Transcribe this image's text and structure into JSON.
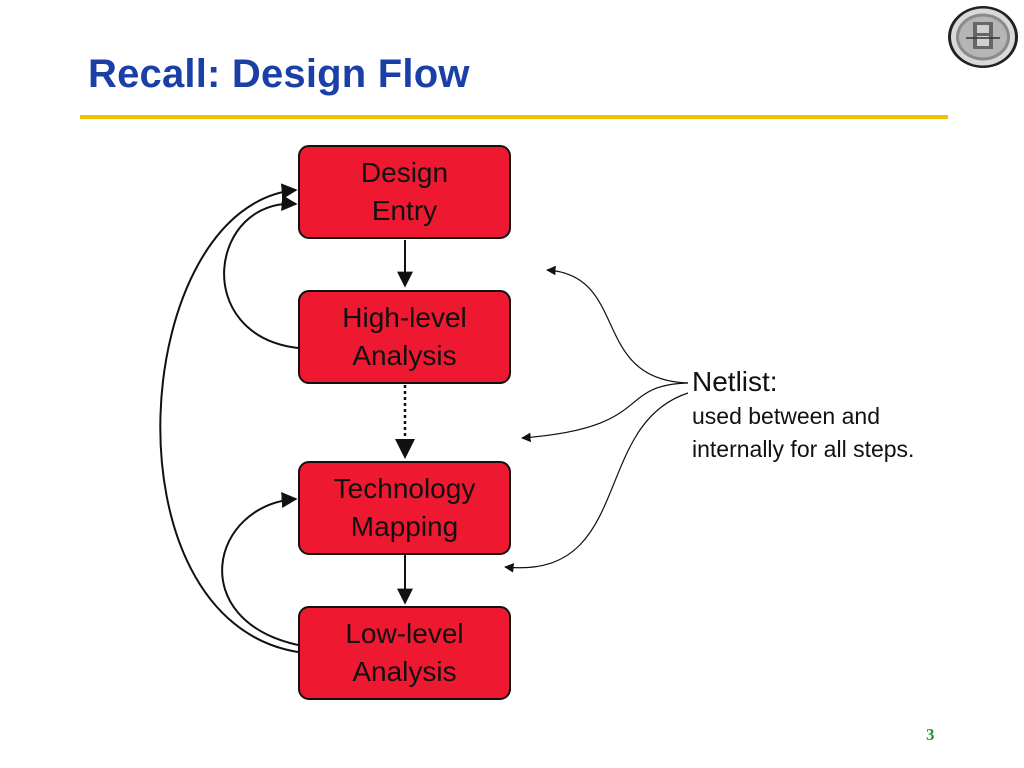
{
  "slide": {
    "title": "Recall: Design Flow",
    "page_number": "3"
  },
  "flow": {
    "steps": [
      {
        "line1": "Design",
        "line2": "Entry"
      },
      {
        "line1": "High-level",
        "line2": "Analysis"
      },
      {
        "line1": "Technology",
        "line2": "Mapping"
      },
      {
        "line1": "Low-level",
        "line2": "Analysis"
      }
    ]
  },
  "note": {
    "title": "Netlist:",
    "line1": "used between and",
    "line2": "internally for all steps."
  },
  "colors": {
    "title": "#1a3fa6",
    "rule": "#f2c200",
    "box_fill": "#ee1830",
    "page_number": "#1e9a1e"
  },
  "icons": {
    "seal": "university-seal-icon"
  }
}
